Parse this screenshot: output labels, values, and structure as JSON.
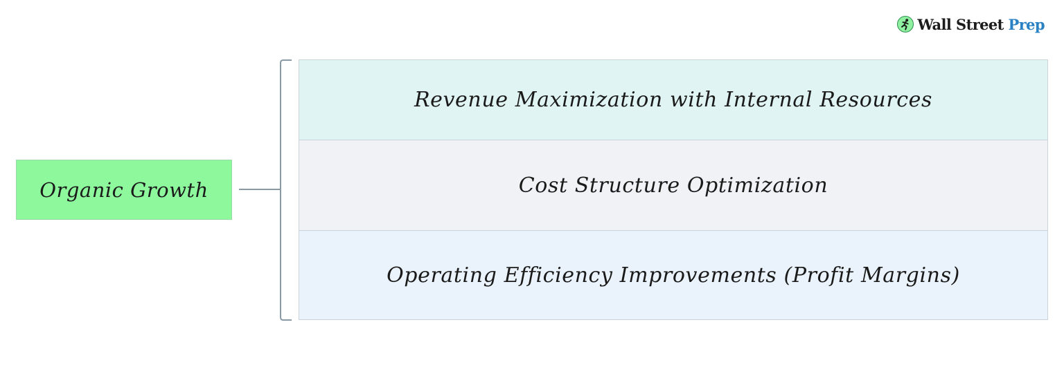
{
  "logo": {
    "icon": "runner-icon",
    "text_main": "Wall Street ",
    "text_accent": "Prep",
    "colors": {
      "icon_bg": "#8ef0a0",
      "accent": "#2a82c4"
    }
  },
  "diagram": {
    "root": {
      "label": "Organic Growth",
      "color": "#8ef89d"
    },
    "connector_color": "#8a9aa4",
    "branches": [
      {
        "label": "Revenue Maximization with Internal Resources",
        "color": "#e0f4f3"
      },
      {
        "label": "Cost Structure Optimization",
        "color": "#f1f2f6"
      },
      {
        "label": "Operating Efficiency Improvements (Profit Margins)",
        "color": "#eaf3fb"
      }
    ]
  }
}
